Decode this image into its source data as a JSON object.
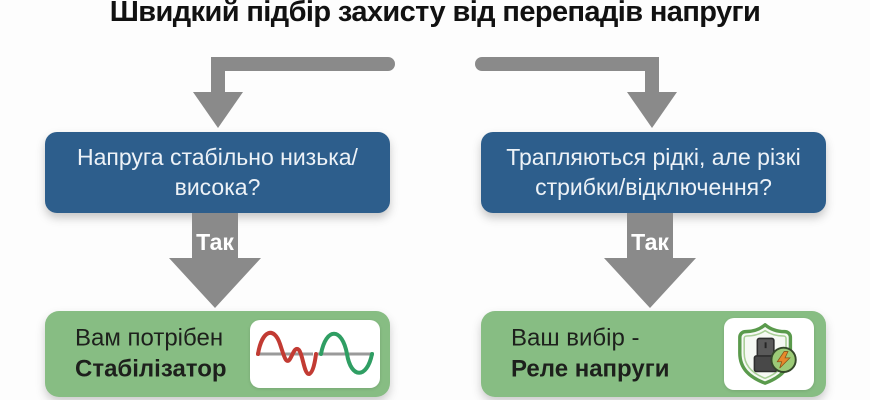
{
  "title": "Швидкий підбір захисту від перепадів напруги",
  "columns": [
    {
      "question": "Напруга стабільно низька/висока?",
      "answer_label": "Так",
      "result_prefix": "Вам потрібен",
      "result_name": "Стабілізатор",
      "icon": "unstable-to-stable-sine-wave-icon"
    },
    {
      "question": "Трапляються рідкі, але різкі стрибки/відключення?",
      "answer_label": "Так",
      "result_prefix": "Ваш вибір -",
      "result_name": "Реле напруги",
      "icon": "shield-with-relay-and-lightning-icon"
    }
  ],
  "colors": {
    "background": "#fdfdfd",
    "title_text": "#111111",
    "question_box_blue": "#2d5e8c",
    "question_text": "#edf2f7",
    "arrow_gray": "#8a8a8a",
    "arrow_label_text": "#ffffff",
    "result_box_green": "#87bd83",
    "result_text": "#1d201c",
    "wave_red": "#c23b33",
    "wave_green": "#2f9e63",
    "wave_baseline_gray": "#9a9a9a",
    "shield_outline_green": "#5a9a4c",
    "relay_body_gray": "#4f4f4f",
    "lightning_orange": "#e6892b"
  }
}
